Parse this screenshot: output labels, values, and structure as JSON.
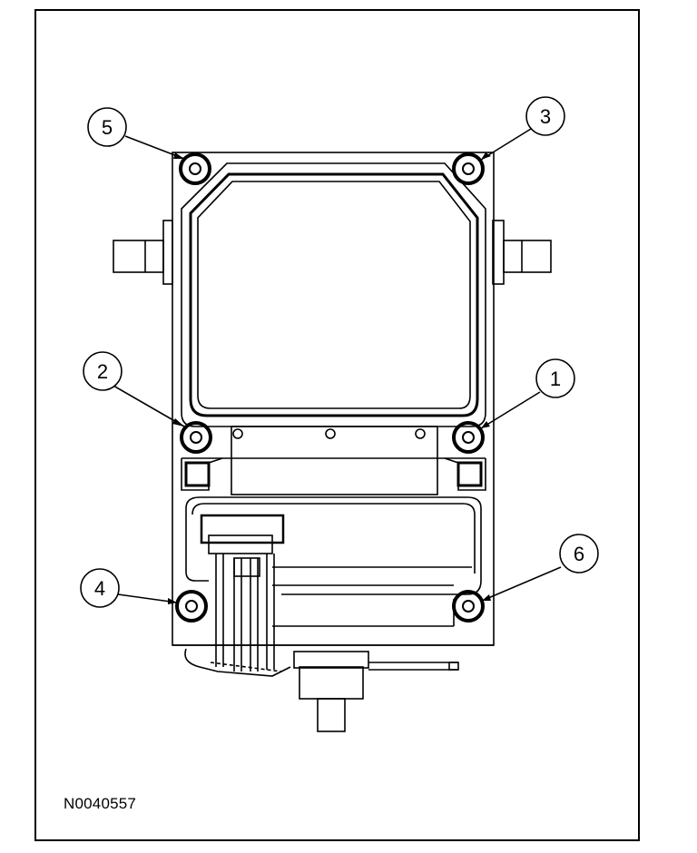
{
  "figure": {
    "id_label": "N0040557"
  },
  "callouts": [
    {
      "label": "1",
      "name": "callout-1"
    },
    {
      "label": "2",
      "name": "callout-2"
    },
    {
      "label": "3",
      "name": "callout-3"
    },
    {
      "label": "4",
      "name": "callout-4"
    },
    {
      "label": "5",
      "name": "callout-5"
    },
    {
      "label": "6",
      "name": "callout-6"
    }
  ],
  "colors": {
    "line": "#000000",
    "background": "#ffffff"
  }
}
